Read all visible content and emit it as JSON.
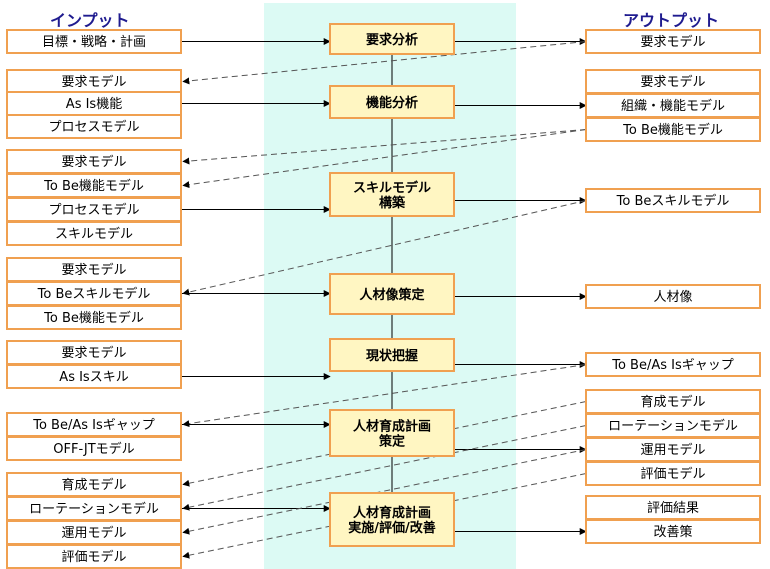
{
  "headers": {
    "input": "インプット",
    "output": "アウトプット"
  },
  "processes": [
    {
      "id": "p1",
      "lines": [
        "要求分析"
      ]
    },
    {
      "id": "p2",
      "lines": [
        "機能分析"
      ]
    },
    {
      "id": "p3",
      "lines": [
        "スキルモデル",
        "構築"
      ]
    },
    {
      "id": "p4",
      "lines": [
        "人材像策定"
      ]
    },
    {
      "id": "p5",
      "lines": [
        "現状把握"
      ]
    },
    {
      "id": "p6",
      "lines": [
        "人材育成計画",
        "策定"
      ]
    },
    {
      "id": "p7",
      "lines": [
        "人材育成計画",
        "実施/評価/改善"
      ]
    }
  ],
  "inputs": [
    {
      "id": "in1",
      "label": "目標・戦略・計画"
    },
    {
      "id": "in2",
      "label": "要求モデル"
    },
    {
      "id": "in3",
      "label": "As  Is機能"
    },
    {
      "id": "in4",
      "label": "プロセスモデル"
    },
    {
      "id": "in5",
      "label": "要求モデル"
    },
    {
      "id": "in6",
      "label": "To  Be機能モデル"
    },
    {
      "id": "in7",
      "label": "プロセスモデル"
    },
    {
      "id": "in8",
      "label": "スキルモデル"
    },
    {
      "id": "in9",
      "label": "要求モデル"
    },
    {
      "id": "in10",
      "label": "To  Beスキルモデル"
    },
    {
      "id": "in11",
      "label": "To  Be機能モデル"
    },
    {
      "id": "in12",
      "label": "要求モデル"
    },
    {
      "id": "in13",
      "label": "As  Isスキル"
    },
    {
      "id": "in14",
      "label": "To  Be/As  Isギャップ"
    },
    {
      "id": "in15",
      "label": "OFF-JTモデル"
    },
    {
      "id": "in16",
      "label": "育成モデル"
    },
    {
      "id": "in17",
      "label": "ローテーションモデル"
    },
    {
      "id": "in18",
      "label": "運用モデル"
    },
    {
      "id": "in19",
      "label": "評価モデル"
    }
  ],
  "outputs": [
    {
      "id": "out1",
      "label": "要求モデル"
    },
    {
      "id": "out2",
      "label": "要求モデル"
    },
    {
      "id": "out3",
      "label": "組織・機能モデル"
    },
    {
      "id": "out4",
      "label": "To  Be機能モデル"
    },
    {
      "id": "out5",
      "label": "To  Beスキルモデル"
    },
    {
      "id": "out6",
      "label": "人材像"
    },
    {
      "id": "out7",
      "label": "To  Be/As  Isギャップ"
    },
    {
      "id": "out8",
      "label": "育成モデル"
    },
    {
      "id": "out9",
      "label": "ローテーションモデル"
    },
    {
      "id": "out10",
      "label": "運用モデル"
    },
    {
      "id": "out11",
      "label": "評価モデル"
    },
    {
      "id": "out12",
      "label": "評価結果"
    },
    {
      "id": "out13",
      "label": "改善策"
    }
  ],
  "colors": {
    "box_border": "#f0a050",
    "process_fill": "#fff6c2",
    "band_fill": "#dcfaf4",
    "header_text": "#1f1b8f",
    "line": "#000000",
    "dashed": "#555555"
  }
}
